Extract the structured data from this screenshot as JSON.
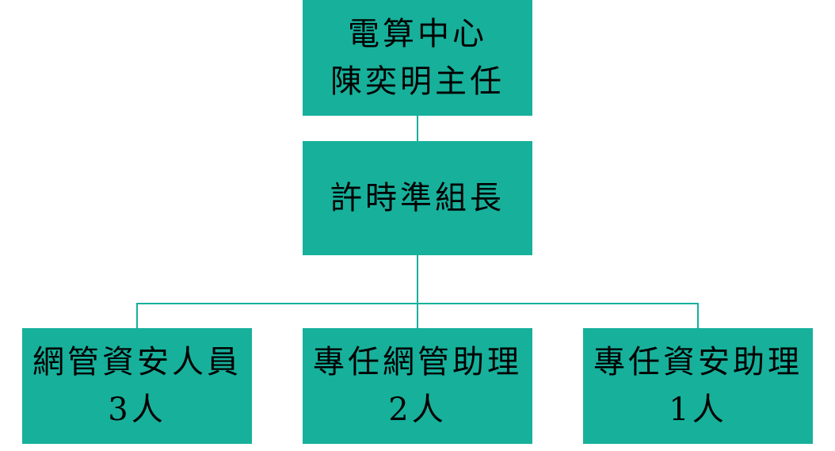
{
  "org_chart": {
    "top": {
      "line1": "電算中心",
      "line2": "陳奕明主任"
    },
    "leader": {
      "line1": "許時準組長"
    },
    "units": [
      {
        "title": "網管資安人員",
        "count": "3人"
      },
      {
        "title": "專任網管助理",
        "count": "2人"
      },
      {
        "title": "專任資安助理",
        "count": "1人"
      }
    ]
  },
  "colors": {
    "box_fill": "#17b09b",
    "connector": "#17b09b",
    "text": "#000000"
  }
}
